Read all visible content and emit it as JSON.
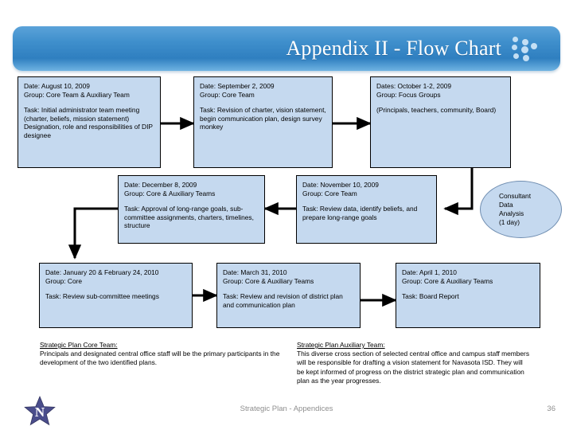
{
  "slide": {
    "title": "Appendix II - Flow Chart",
    "footer_text": "Strategic Plan - Appendices",
    "page_number": "36",
    "logo_name": "navasota-isd-star-logo",
    "accent_color": "#2f7fc0",
    "box_fill_color": "#c5d9ef"
  },
  "flow": {
    "row1": [
      {
        "date": "Date: August 10, 2009",
        "group": "Group: Core Team & Auxiliary Team",
        "task": "Task: Initial administrator team meeting (charter, beliefs, mission statement) Designation, role and responsibilities of DIP designee"
      },
      {
        "date": "Date: September 2, 2009",
        "group": "Group: Core Team",
        "task": "Task: Revision of charter, vision statement, begin communication plan, design survey monkey"
      },
      {
        "date": "Dates: October 1-2, 2009",
        "group": "Group: Focus Groups",
        "task": "(Principals, teachers, community, Board)"
      }
    ],
    "row2": [
      {
        "date": "Date: December 8, 2009",
        "group": "Group: Core & Auxiliary Teams",
        "task": "Task: Approval of long-range goals, sub-committee assignments, charters, timelines, structure"
      },
      {
        "date": "Date: November 10, 2009",
        "group": "Group: Core Team",
        "task": "Task: Review data, identify beliefs, and prepare long-range goals"
      }
    ],
    "consultant": {
      "line1": "Consultant",
      "line2": "Data",
      "line3": "Analysis",
      "line4": "(1 day)"
    },
    "row3": [
      {
        "date": "Date: January 20 & February 24, 2010",
        "group": "Group: Core",
        "task": "Task: Review sub-committee meetings"
      },
      {
        "date": "Date: March 31, 2010",
        "group": "Group: Core & Auxiliary Teams",
        "task": "Task: Review and revision of district plan and communication plan"
      },
      {
        "date": "Date: April 1, 2010",
        "group": "Group: Core & Auxiliary Teams",
        "task": "Task: Board Report"
      }
    ]
  },
  "notes": {
    "core_team": {
      "heading": "Strategic Plan Core Team:",
      "body": "Principals and designated central office staff will be the primary participants in the development of the two identified plans."
    },
    "auxiliary_team": {
      "heading": "Strategic Plan Auxiliary Team:",
      "body": "This diverse cross section of selected central office and campus staff members will be responsible for drafting a vision statement for Navasota ISD. They will be kept informed of progress on the district strategic plan and communication plan as the year progresses."
    }
  }
}
